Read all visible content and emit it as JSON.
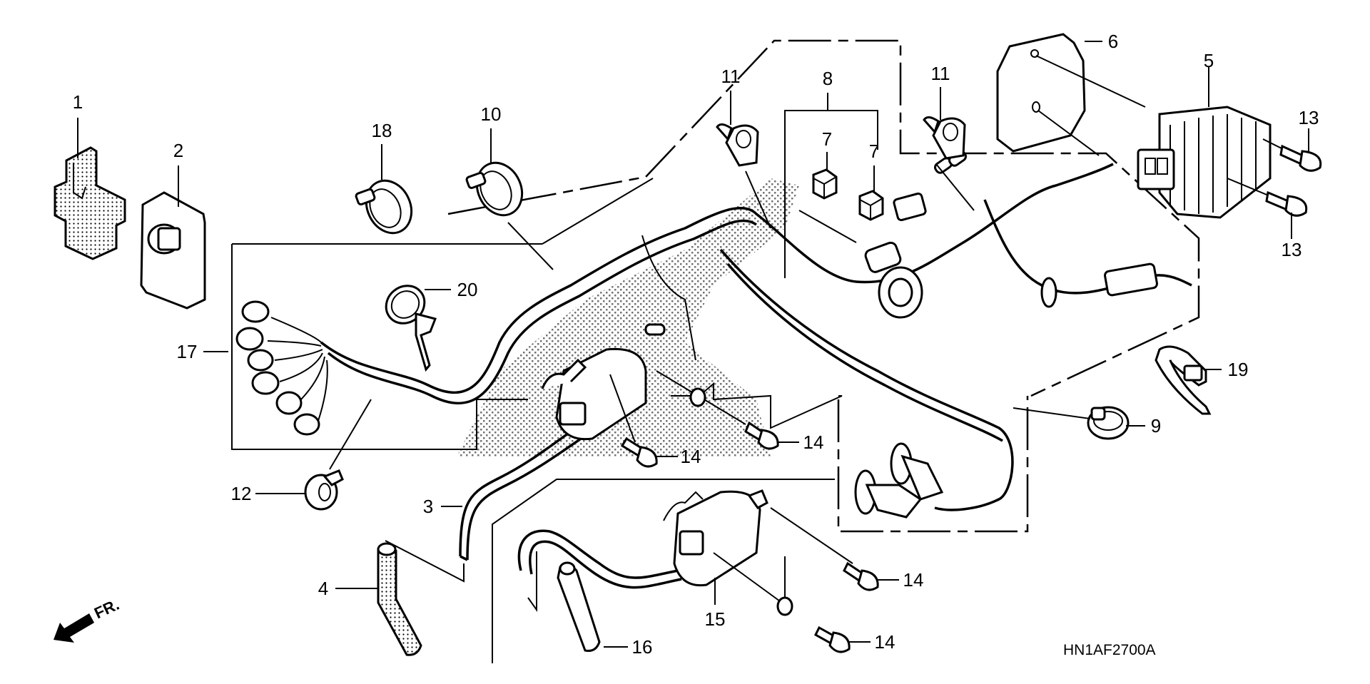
{
  "diagram": {
    "title": "Wire Harness / Ignition Coil parts diagram",
    "figure_code": "HN1AF2700A",
    "direction_indicator": "FR.",
    "colors": {
      "line": "#000000",
      "background": "#ffffff",
      "shading": "#000000"
    },
    "callouts": [
      {
        "id": "c1",
        "number": "1",
        "part": "rubber-cover"
      },
      {
        "id": "c2",
        "number": "2",
        "part": "control-unit-module"
      },
      {
        "id": "c3",
        "number": "3",
        "part": "high-tension-cord"
      },
      {
        "id": "c4",
        "number": "4",
        "part": "spark-plug-cap"
      },
      {
        "id": "c5",
        "number": "5",
        "part": "regulator-rectifier"
      },
      {
        "id": "c6",
        "number": "6",
        "part": "regulator-gasket-plate"
      },
      {
        "id": "c7a",
        "number": "7",
        "part": "relay"
      },
      {
        "id": "c7b",
        "number": "7",
        "part": "relay"
      },
      {
        "id": "c8",
        "number": "8",
        "part": "relay-assembly"
      },
      {
        "id": "c9",
        "number": "9",
        "part": "band-clamp"
      },
      {
        "id": "c10",
        "number": "10",
        "part": "band-clamp"
      },
      {
        "id": "c11a",
        "number": "11",
        "part": "harness-clip"
      },
      {
        "id": "c11b",
        "number": "11",
        "part": "harness-clip"
      },
      {
        "id": "c12",
        "number": "12",
        "part": "harness-clamp"
      },
      {
        "id": "c13a",
        "number": "13",
        "part": "flange-bolt"
      },
      {
        "id": "c13b",
        "number": "13",
        "part": "flange-bolt"
      },
      {
        "id": "c14a",
        "number": "14",
        "part": "flange-bolt"
      },
      {
        "id": "c14b",
        "number": "14",
        "part": "flange-bolt"
      },
      {
        "id": "c14c",
        "number": "14",
        "part": "flange-bolt"
      },
      {
        "id": "c14d",
        "number": "14",
        "part": "flange-bolt"
      },
      {
        "id": "c15",
        "number": "15",
        "part": "ignition-coil"
      },
      {
        "id": "c16",
        "number": "16",
        "part": "spark-plug-cap"
      },
      {
        "id": "c17",
        "number": "17",
        "part": "wire-harness"
      },
      {
        "id": "c18",
        "number": "18",
        "part": "band-clamp"
      },
      {
        "id": "c19",
        "number": "19",
        "part": "cable-tie"
      },
      {
        "id": "c20",
        "number": "20",
        "part": "cable-tie"
      }
    ]
  }
}
